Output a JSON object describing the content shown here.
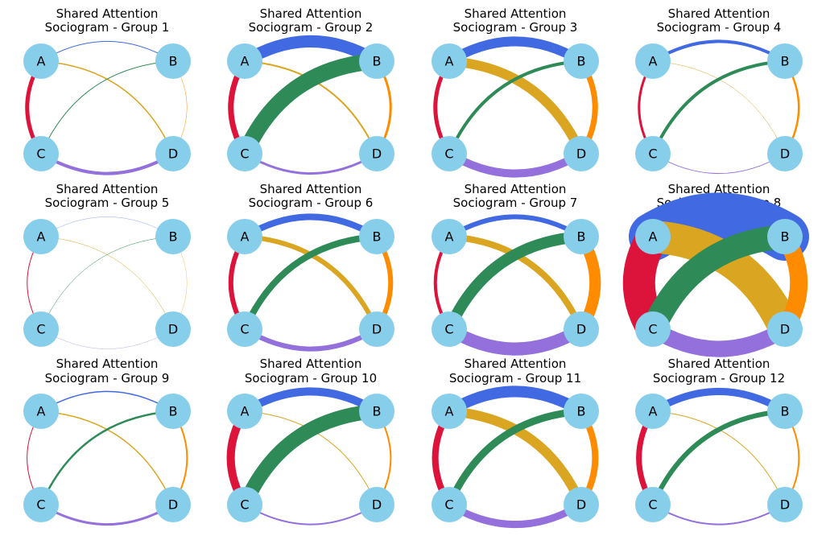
{
  "chart_data": {
    "type": "network",
    "title_line1": "Shared Attention",
    "title_prefix": "Sociogram - Group",
    "nodes": [
      "A",
      "B",
      "C",
      "D"
    ],
    "node_color": "#87CEEB",
    "edge_colors": {
      "A-B": "#4169E1",
      "A-C": "#DC143C",
      "A-D": "#DAA520",
      "B-C": "#2E8B57",
      "B-D": "#FF8C00",
      "C-D": "#9370DB"
    },
    "panels": [
      {
        "group": 1,
        "weights": {
          "A-B": 1,
          "A-C": 5,
          "A-D": 1.5,
          "B-C": 1,
          "B-D": 0.5,
          "C-D": 4
        }
      },
      {
        "group": 2,
        "weights": {
          "A-B": 15,
          "A-C": 7,
          "A-D": 2,
          "B-C": 20,
          "B-D": 3,
          "C-D": 3
        }
      },
      {
        "group": 3,
        "weights": {
          "A-B": 12,
          "A-C": 5,
          "A-D": 12,
          "B-C": 4,
          "B-D": 7,
          "C-D": 10
        }
      },
      {
        "group": 4,
        "weights": {
          "A-B": 4,
          "A-C": 3,
          "A-D": 0.5,
          "B-C": 4,
          "B-D": 2.5,
          "C-D": 1
        }
      },
      {
        "group": 5,
        "weights": {
          "A-B": 0.2,
          "A-C": 1,
          "A-D": 0.5,
          "B-C": 0.5,
          "B-D": 0.3,
          "C-D": 0.2
        }
      },
      {
        "group": 6,
        "weights": {
          "A-B": 8,
          "A-C": 6,
          "A-D": 6,
          "B-C": 8,
          "B-D": 6,
          "C-D": 6
        }
      },
      {
        "group": 7,
        "weights": {
          "A-B": 6,
          "A-C": 4,
          "A-D": 8,
          "B-C": 14,
          "B-D": 14,
          "C-D": 16
        }
      },
      {
        "group": 8,
        "weights": {
          "A-B": 60,
          "A-C": 40,
          "A-D": 40,
          "B-C": 30,
          "B-D": 22,
          "C-D": 20
        }
      },
      {
        "group": 9,
        "weights": {
          "A-B": 1.5,
          "A-C": 1,
          "A-D": 1.5,
          "B-C": 2.5,
          "B-D": 2,
          "C-D": 3
        }
      },
      {
        "group": 10,
        "weights": {
          "A-B": 10,
          "A-C": 10,
          "A-D": 1,
          "B-C": 18,
          "B-D": 2,
          "C-D": 2
        }
      },
      {
        "group": 11,
        "weights": {
          "A-B": 14,
          "A-C": 8,
          "A-D": 12,
          "B-C": 9,
          "B-D": 8,
          "C-D": 9
        }
      },
      {
        "group": 12,
        "weights": {
          "A-B": 9,
          "A-C": 7,
          "A-D": 1,
          "B-C": 6,
          "B-D": 2,
          "C-D": 2
        }
      }
    ]
  }
}
